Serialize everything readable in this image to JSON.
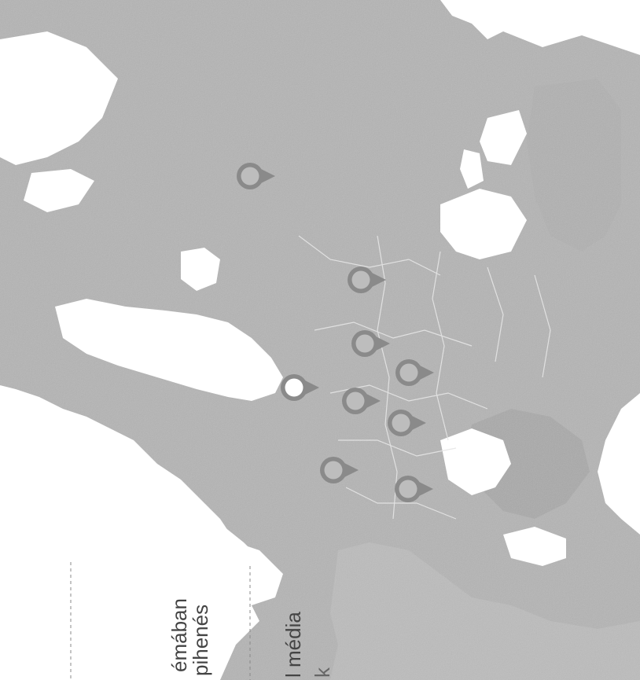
{
  "colors": {
    "land": "#b4b4b4",
    "land_dark": "#9a9a9a",
    "water": "#ffffff",
    "border": "#e6e6e6",
    "marker_ring": "#8a8a8a",
    "marker_fill": "#bdbdbd",
    "marker_active_fill": "#ffffff",
    "text": "#444444"
  },
  "panel": {
    "line1": "émában",
    "line2": "pihenés",
    "line3": "l média",
    "line4": "k"
  },
  "markers": [
    {
      "name": "marker-1",
      "active": false
    },
    {
      "name": "marker-2",
      "active": false
    },
    {
      "name": "marker-3",
      "active": false
    },
    {
      "name": "marker-4",
      "active": false
    },
    {
      "name": "marker-5",
      "active": true
    },
    {
      "name": "marker-6",
      "active": false
    },
    {
      "name": "marker-7",
      "active": false
    },
    {
      "name": "marker-8",
      "active": false
    },
    {
      "name": "marker-9",
      "active": false
    }
  ]
}
